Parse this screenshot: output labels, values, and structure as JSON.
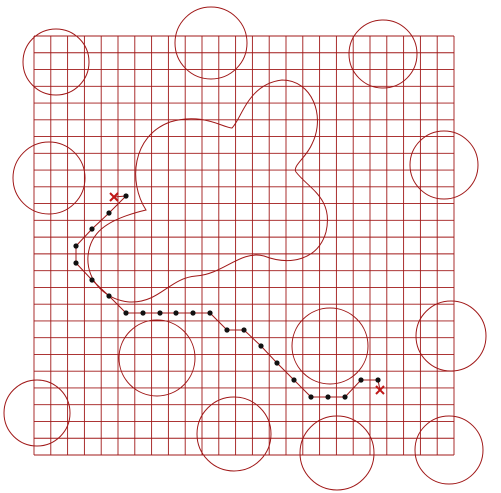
{
  "diagram": {
    "colors": {
      "grid": "#a01818",
      "obstacle": "#a01818",
      "blob": "#a01818",
      "path": "#a01818",
      "waypoint": "#111111",
      "endpoint": "#c01818",
      "background": "#ffffff"
    },
    "grid": {
      "columns": 25,
      "rows": 25
    },
    "endpoints": [
      {
        "name": "start-marker",
        "symbol": "x"
      },
      {
        "name": "goal-marker",
        "symbol": "x"
      }
    ]
  }
}
